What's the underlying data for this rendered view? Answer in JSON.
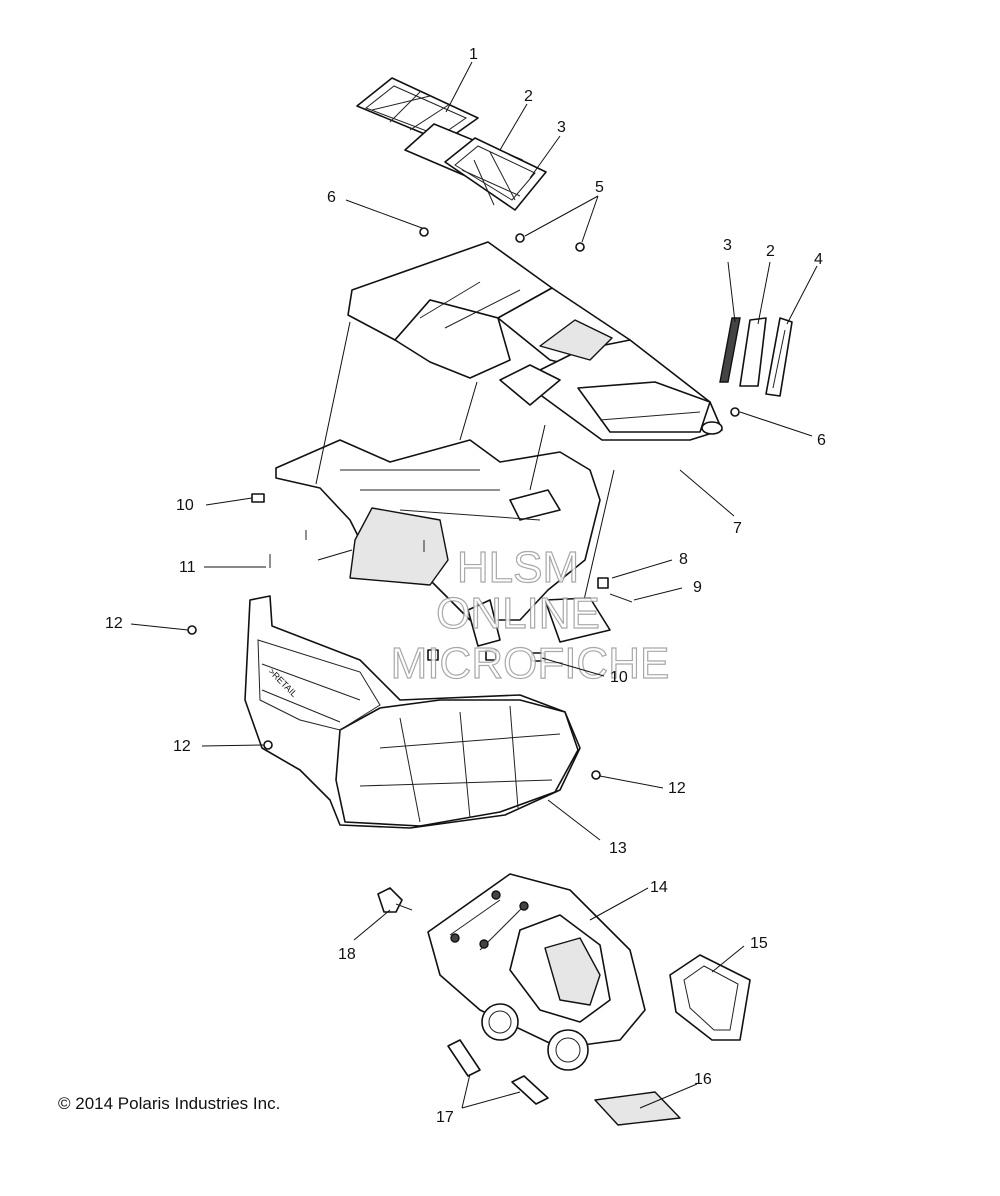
{
  "watermark": {
    "line1": "HLSM",
    "line2": "ONLINE",
    "line3": "MICROFICHE"
  },
  "copyright": "© 2014 Polaris Industries Inc.",
  "callouts": {
    "c1": "1",
    "c2a": "2",
    "c3a": "3",
    "c5": "5",
    "c6a": "6",
    "c3b": "3",
    "c2b": "2",
    "c4": "4",
    "c6b": "6",
    "c7": "7",
    "c10a": "10",
    "c11": "11",
    "c8": "8",
    "c9": "9",
    "c12a": "12",
    "c10b": "10",
    "c12b": "12",
    "c12c": "12",
    "c13": "13",
    "c14": "14",
    "c18": "18",
    "c15": "15",
    "c16": "16",
    "c17": "17"
  }
}
